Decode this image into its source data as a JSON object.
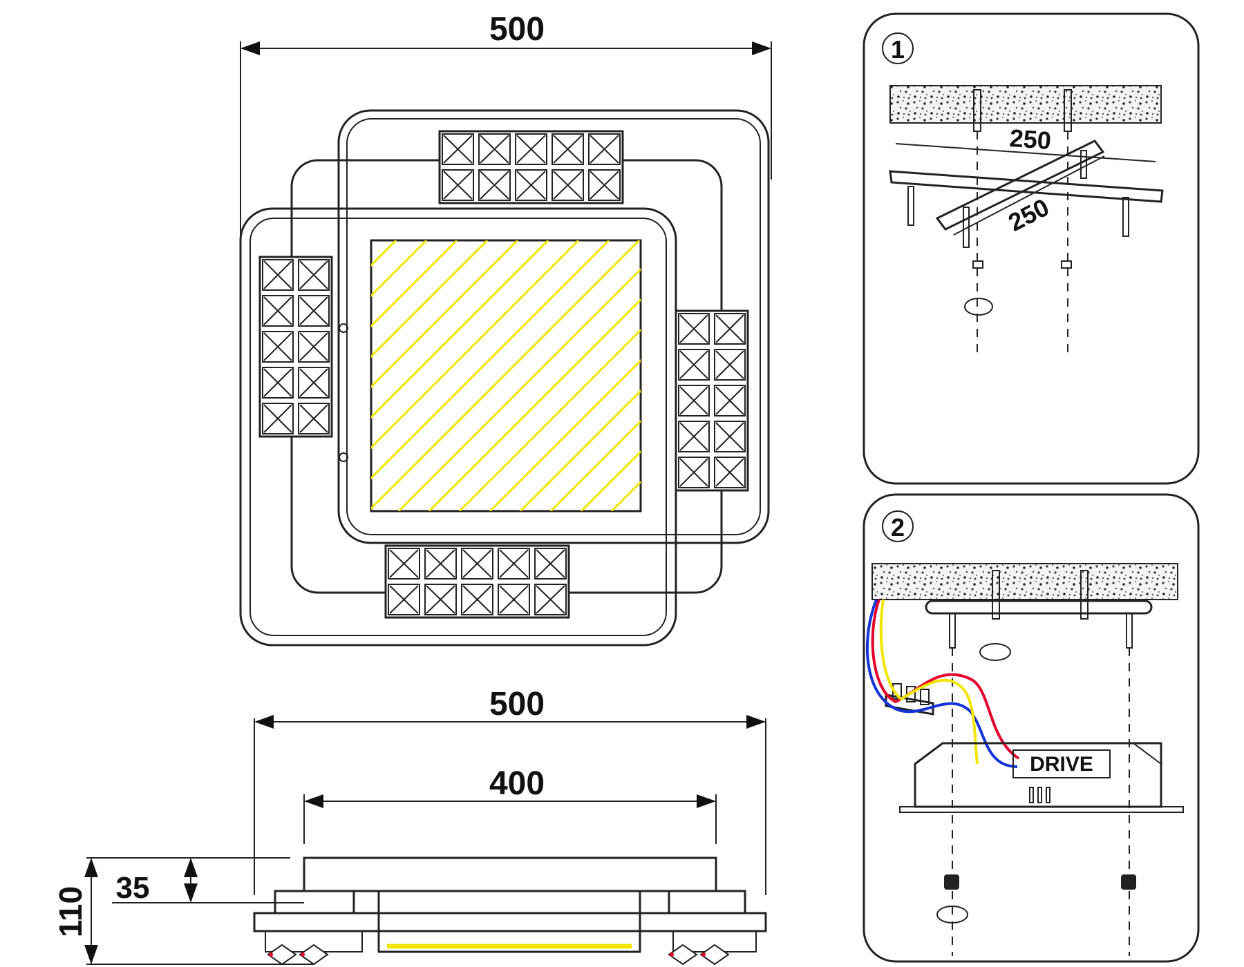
{
  "top_view": {
    "width_label": "500"
  },
  "side_view": {
    "width_label": "500",
    "inner_width_label": "400",
    "height_label": "110",
    "panel_height_label": "35"
  },
  "step1": {
    "number": "1",
    "spacing_a": "250",
    "spacing_b": "250"
  },
  "step2": {
    "number": "2",
    "driver_label": "DRIVE"
  },
  "colors": {
    "wire_red": "#e4002b",
    "wire_blue": "#1433d6",
    "wire_yellow": "#f2e600",
    "light_hatch": "#f2e600"
  }
}
